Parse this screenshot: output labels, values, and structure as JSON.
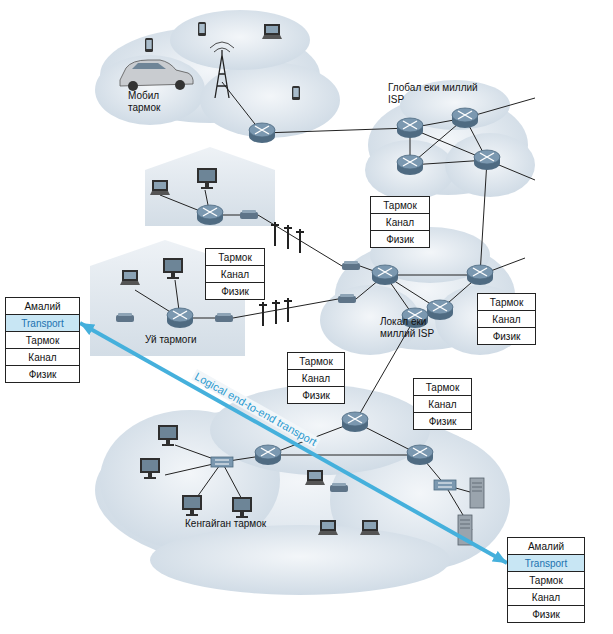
{
  "diagram": {
    "nodes": [
      {
        "text": [
          "Тармок"
        ]
      },
      {
        "text": [
          "Канал"
        ]
      },
      {
        "text": [
          "Физик"
        ]
      },
      {
        "text": [
          "Тармок"
        ]
      },
      {
        "text": [
          "Канал"
        ]
      },
      {
        "text": [
          "Физик"
        ]
      },
      {
        "text": [
          "Амалий"
        ]
      },
      {
        "text": [
          "Transport"
        ]
      },
      {
        "text": [
          "Тармок"
        ]
      },
      {
        "text": [
          "Канал"
        ]
      },
      {
        "text": [
          "Физик"
        ]
      },
      {
        "text": [
          "Тармок"
        ]
      },
      {
        "text": [
          "Канал"
        ]
      },
      {
        "text": [
          "Физик"
        ]
      },
      {
        "text": [
          "Тармок"
        ]
      },
      {
        "text": [
          "Канал"
        ]
      },
      {
        "text": [
          "Физик"
        ]
      },
      {
        "text": [
          "Тармок"
        ]
      },
      {
        "text": [
          "Канал"
        ]
      },
      {
        "text": [
          "Физик"
        ]
      },
      {
        "text": [
          "Амалий"
        ]
      },
      {
        "text": [
          "Transport"
        ]
      },
      {
        "text": [
          "Тармок"
        ]
      },
      {
        "text": [
          "Канал"
        ]
      },
      {
        "text": [
          "Физик"
        ]
      }
    ],
    "edges": [
      {
        "from": 7,
        "to": 21,
        "arrow": "both",
        "label": "Logical end-to-end transport"
      }
    ],
    "labels": [
      "Мобил тармок",
      "Глобал еки миллий ISP",
      "Уй тармоги",
      "Локал еки миллий ISP",
      "Кенгайган тармок"
    ]
  }
}
